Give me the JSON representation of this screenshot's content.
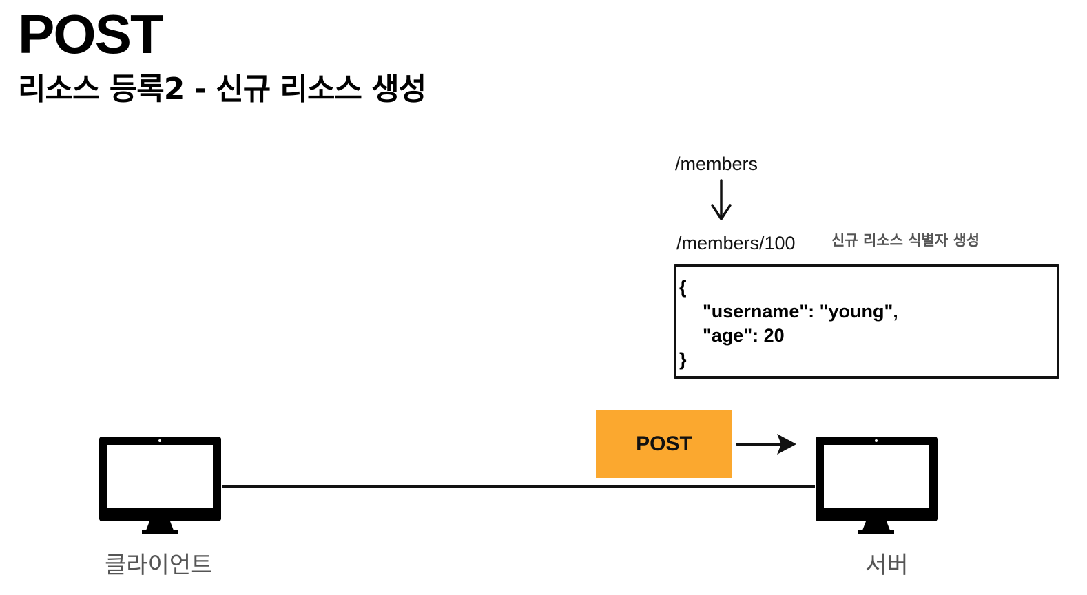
{
  "title": "POST",
  "subtitle": "리소스 등록2 - 신규 리소스 생성",
  "request_path": "/members",
  "created_path": "/members/100",
  "note": "신규 리소스 식별자 생성",
  "json_body": {
    "line1": "{",
    "line2": "\"username\": \"young\",",
    "line3": "\"age\": 20",
    "line4": "}"
  },
  "method_badge": {
    "label": "POST",
    "color": "#fba82f"
  },
  "client": {
    "label": "클라이언트",
    "icon": "monitor-icon"
  },
  "server": {
    "label": "서버",
    "icon": "monitor-icon"
  }
}
